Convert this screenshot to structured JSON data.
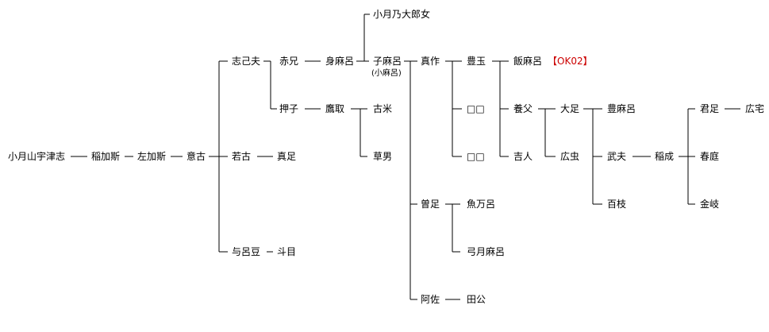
{
  "colors": {
    "text": "#000000",
    "line": "#000000",
    "tag": "#cc0000",
    "background": "#ffffff"
  },
  "people": {
    "root": "小月山宇津志",
    "inakashi": "稲加斯",
    "sakashi": "左加斯",
    "oko": "意古",
    "shikoo": "志己夫",
    "wakako": "若古",
    "yoroto": "与呂豆",
    "akae": "赤兄",
    "oshiko": "押子",
    "matari": "真足",
    "toma": "斗目",
    "mimaro": "身麻呂",
    "takatori": "鷹取",
    "komaro": "子麻呂",
    "komaro_alt": "(小麻呂)",
    "kootsuki_daughter": "小月乃大郎女",
    "furume": "古米",
    "kusao": "草男",
    "masaku": "真作",
    "sotari": "曽足",
    "asa": "阿佐",
    "toyotama": "豊玉",
    "unknown1": "□□",
    "unknown2": "□□",
    "iimaro": "飯麻呂",
    "yashinau_chichi": "養父",
    "yoshihito": "吉人",
    "ok_tag": "【OK02】",
    "otari": "大足",
    "hiromushi": "広虫",
    "toyomaro": "豊麻呂",
    "takeo": "武夫",
    "momoe": "百枝",
    "inanari": "稲成",
    "kimitari": "君足",
    "haruniwa": "春庭",
    "kanahoko": "金岐",
    "hiroya": "広宅",
    "uomaro": "魚万呂",
    "yuzukimaro": "弓月麻呂",
    "takimi": "田公"
  }
}
